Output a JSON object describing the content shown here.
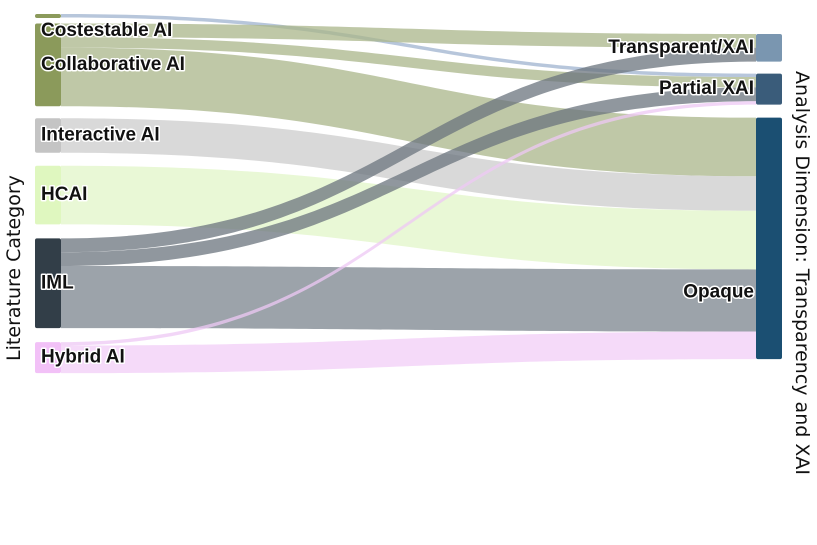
{
  "chart_data": {
    "type": "sankey",
    "left_axis_title": "Literature Category",
    "right_axis_title": "Analysis Dimension: Transparency and XAI",
    "sources": [
      {
        "id": "costestable",
        "label": "Costestable AI",
        "color": "#8b9a5b"
      },
      {
        "id": "collaborative",
        "label": "Collaborative AI",
        "color": "#8b9a5b"
      },
      {
        "id": "interactive",
        "label": "Interactive AI",
        "color": "#c4c4c4"
      },
      {
        "id": "hcai",
        "label": "HCAI",
        "color": "#dff7bf"
      },
      {
        "id": "iml",
        "label": "IML",
        "color": "#323e48"
      },
      {
        "id": "hybrid",
        "label": "Hybrid AI",
        "color": "#f2c1f7"
      }
    ],
    "targets": [
      {
        "id": "transparent",
        "label": "Transparent/XAI",
        "color": "#7a96b0"
      },
      {
        "id": "partial",
        "label": "Partial XAI",
        "color": "#3a5c7a"
      },
      {
        "id": "opaque",
        "label": "Opaque",
        "color": "#1b4f72"
      }
    ],
    "flows": [
      {
        "source": "costestable",
        "target": "partial",
        "value": 1,
        "color": "#9fb3cf"
      },
      {
        "source": "collaborative",
        "target": "transparent",
        "value": 4,
        "color": "#aab589"
      },
      {
        "source": "collaborative",
        "target": "partial",
        "value": 3,
        "color": "#aab589"
      },
      {
        "source": "collaborative",
        "target": "opaque",
        "value": 17,
        "color": "#aab589"
      },
      {
        "source": "interactive",
        "target": "opaque",
        "value": 10,
        "color": "#cccccc"
      },
      {
        "source": "hcai",
        "target": "opaque",
        "value": 17,
        "color": "#e2f5c8"
      },
      {
        "source": "iml",
        "target": "transparent",
        "value": 4,
        "color": "#6b747e"
      },
      {
        "source": "iml",
        "target": "partial",
        "value": 4,
        "color": "#6b747e"
      },
      {
        "source": "iml",
        "target": "opaque",
        "value": 18,
        "color": "#7b848e"
      },
      {
        "source": "hybrid",
        "target": "partial",
        "value": 1,
        "color": "#eec8f4"
      },
      {
        "source": "hybrid",
        "target": "opaque",
        "value": 8,
        "color": "#f2cdf7"
      }
    ]
  }
}
